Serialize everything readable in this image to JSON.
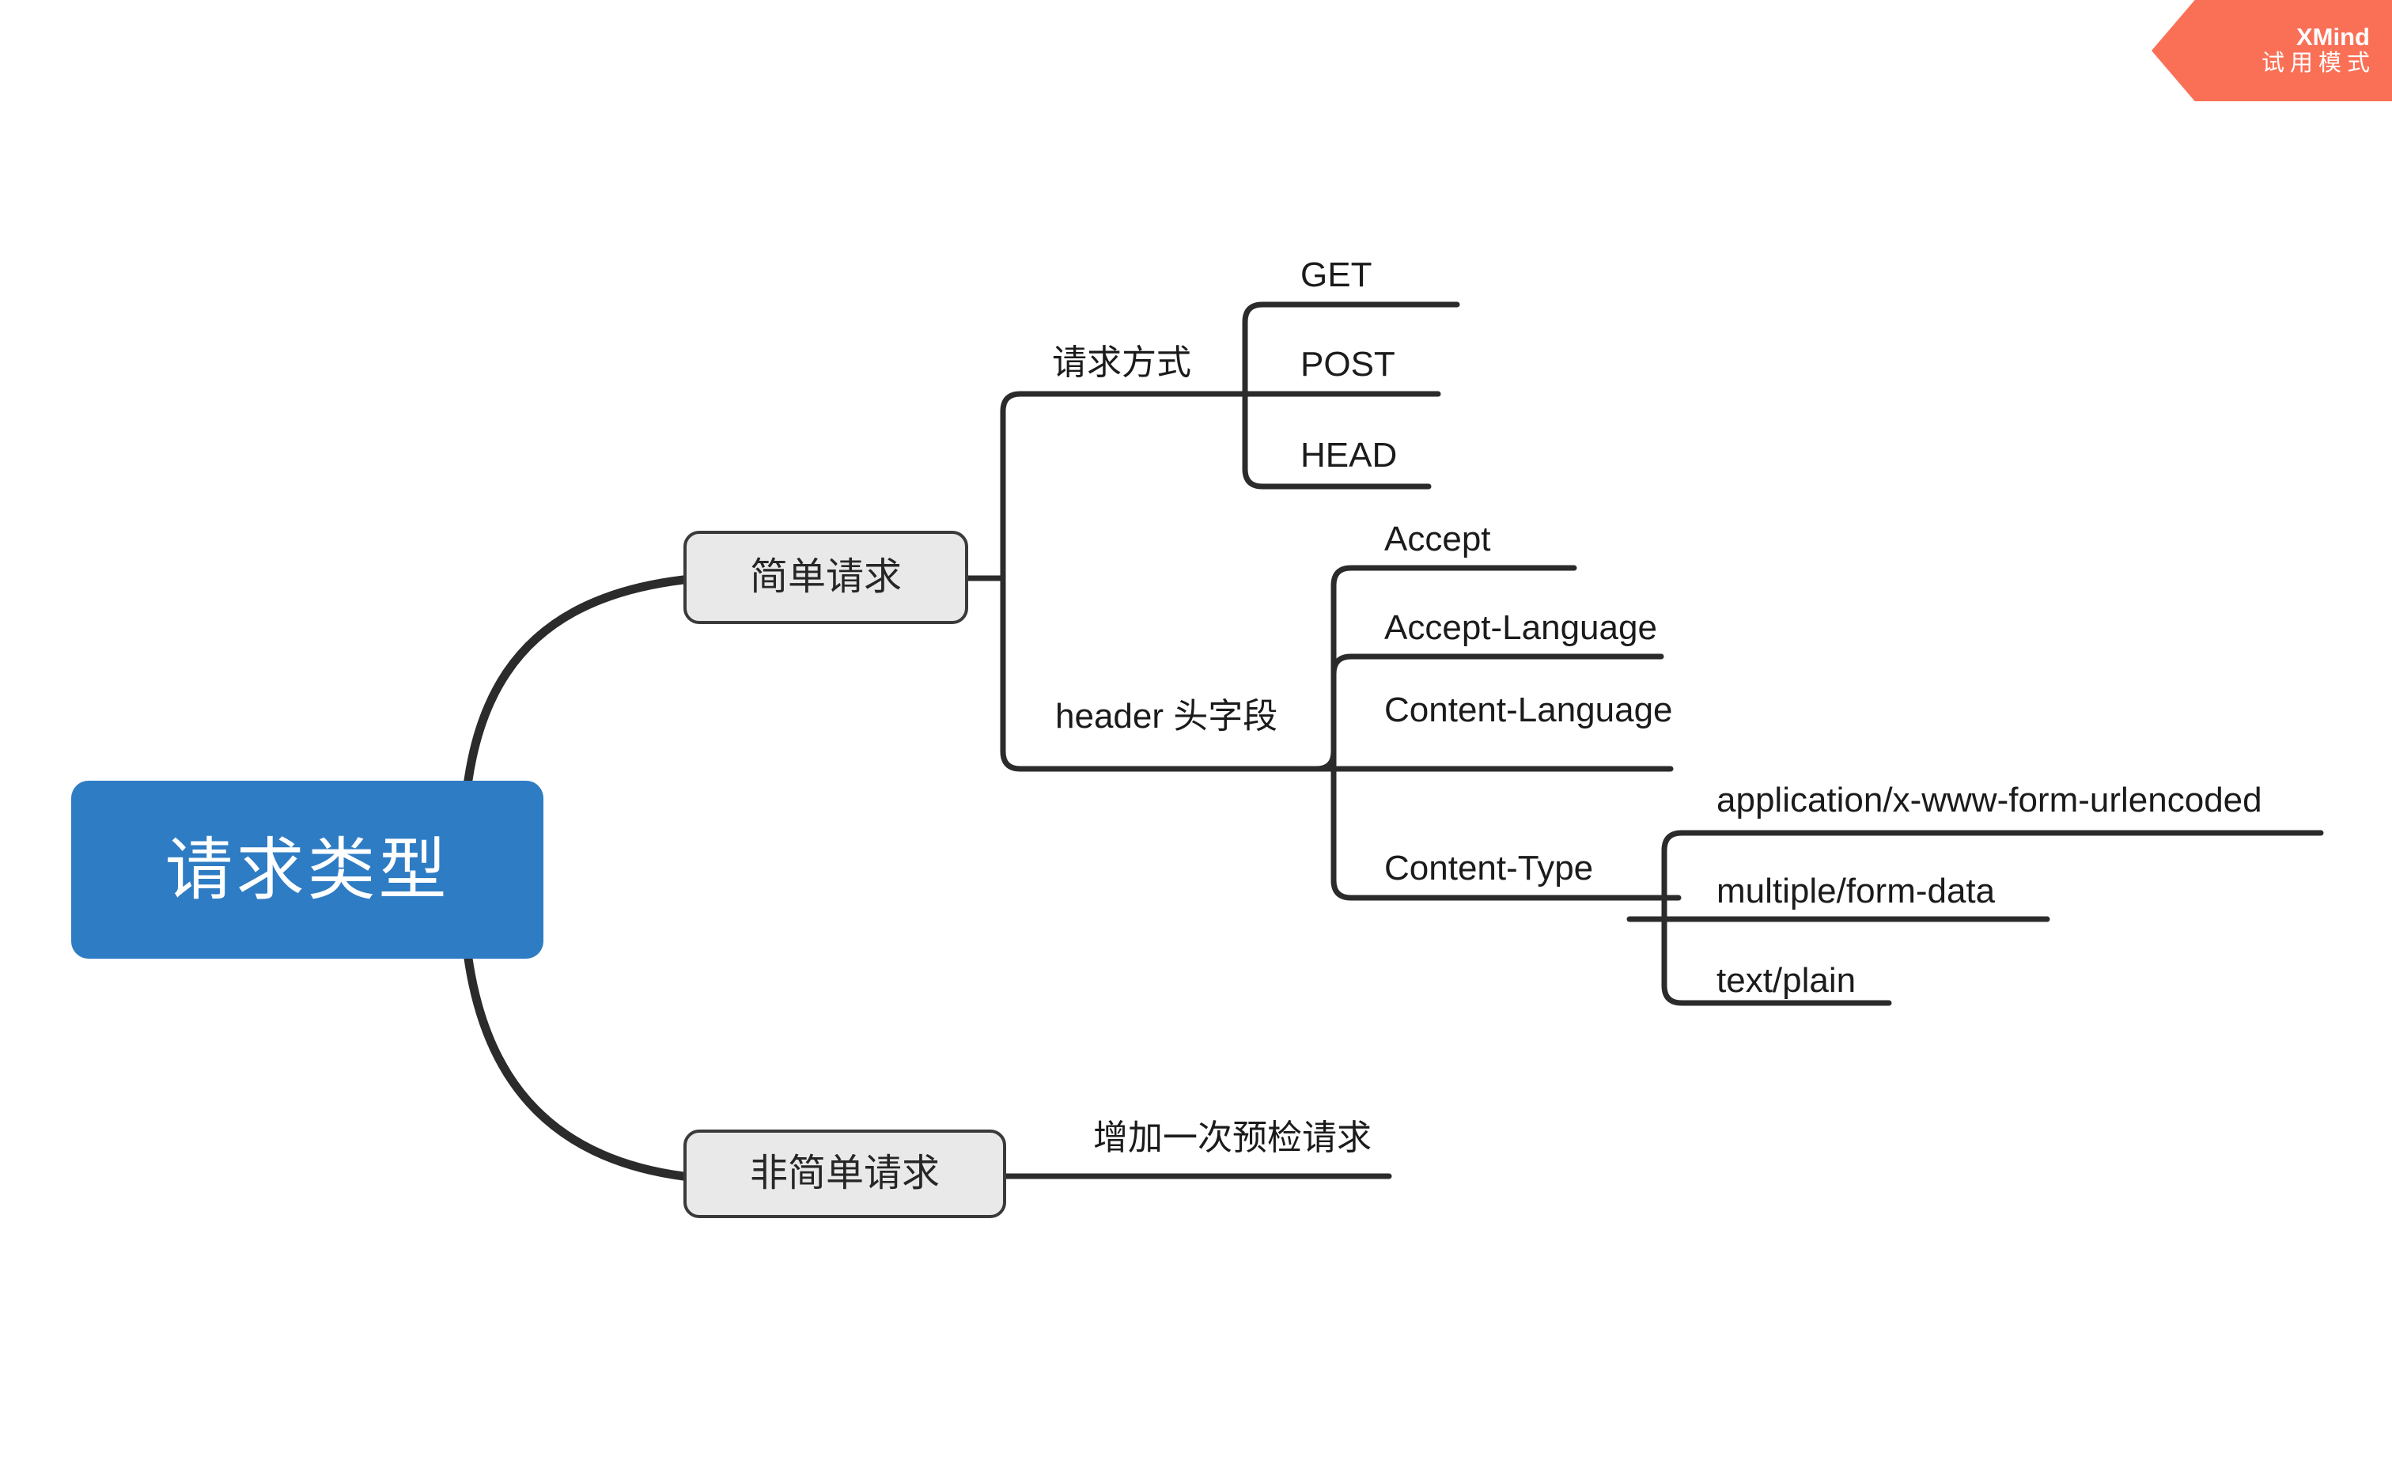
{
  "app": {
    "name": "XMind",
    "badge": {
      "brand": "XMind",
      "mode": "试用模式"
    }
  },
  "theme": {
    "background": "#FFFFFF",
    "root_fill": "#2E7CC4",
    "root_text": "#FFFFFF",
    "branch_fill": "#E9E9E9",
    "branch_border": "#3A3A3A",
    "branch_text": "#262626",
    "wire": "#2B2B2B",
    "leaf_text": "#1B1B1B",
    "badge_fill": "#FA7056"
  },
  "mindmap": {
    "root": {
      "label": "请求类型"
    },
    "branches": [
      {
        "id": "simple",
        "label": "简单请求",
        "style": "box",
        "children": [
          {
            "id": "method",
            "label": "请求方式",
            "style": "text",
            "children": [
              {
                "id": "get",
                "label": "GET",
                "style": "text"
              },
              {
                "id": "post",
                "label": "POST",
                "style": "text"
              },
              {
                "id": "head",
                "label": "HEAD",
                "style": "text"
              }
            ]
          },
          {
            "id": "header",
            "label": "header 头字段",
            "style": "text",
            "children": [
              {
                "id": "accept",
                "label": "Accept",
                "style": "text"
              },
              {
                "id": "accept-lang",
                "label": "Accept-Language",
                "style": "text"
              },
              {
                "id": "content-lang",
                "label": "Content-Language",
                "style": "text"
              },
              {
                "id": "content-type",
                "label": "Content-Type",
                "style": "text",
                "children": [
                  {
                    "id": "urlencoded",
                    "label": "application/x-www-form-urlencoded",
                    "style": "text"
                  },
                  {
                    "id": "formdata",
                    "label": "multiple/form-data",
                    "style": "text"
                  },
                  {
                    "id": "textplain",
                    "label": "text/plain",
                    "style": "text"
                  }
                ]
              }
            ]
          }
        ]
      },
      {
        "id": "nonsimple",
        "label": "非简单请求",
        "style": "box",
        "children": [
          {
            "id": "preflight",
            "label": "增加一次预检请求",
            "style": "text"
          }
        ]
      }
    ]
  }
}
